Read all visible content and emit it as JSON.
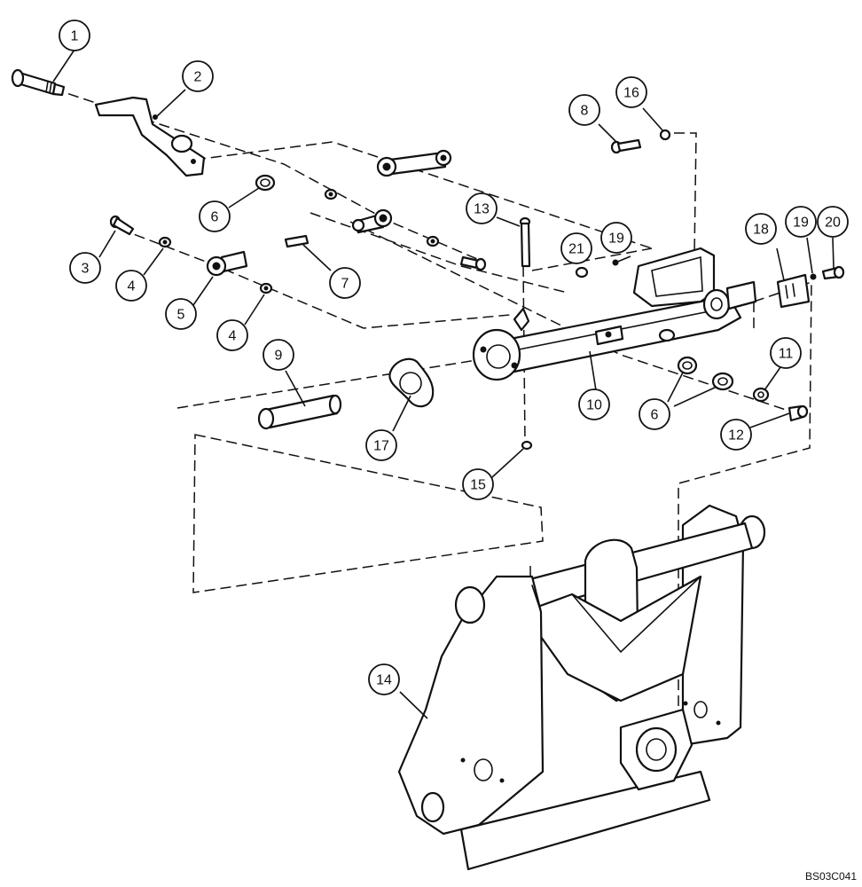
{
  "drawing_code": "BS03C041",
  "callouts": [
    {
      "label": "1"
    },
    {
      "label": "2"
    },
    {
      "label": "3"
    },
    {
      "label": "4"
    },
    {
      "label": "5"
    },
    {
      "label": "4"
    },
    {
      "label": "6"
    },
    {
      "label": "7"
    },
    {
      "label": "8"
    },
    {
      "label": "16"
    },
    {
      "label": "13"
    },
    {
      "label": "21"
    },
    {
      "label": "19"
    },
    {
      "label": "18"
    },
    {
      "label": "19"
    },
    {
      "label": "20"
    },
    {
      "label": "11"
    },
    {
      "label": "9"
    },
    {
      "label": "17"
    },
    {
      "label": "10"
    },
    {
      "label": "6"
    },
    {
      "label": "12"
    },
    {
      "label": "15"
    },
    {
      "label": "14"
    }
  ]
}
